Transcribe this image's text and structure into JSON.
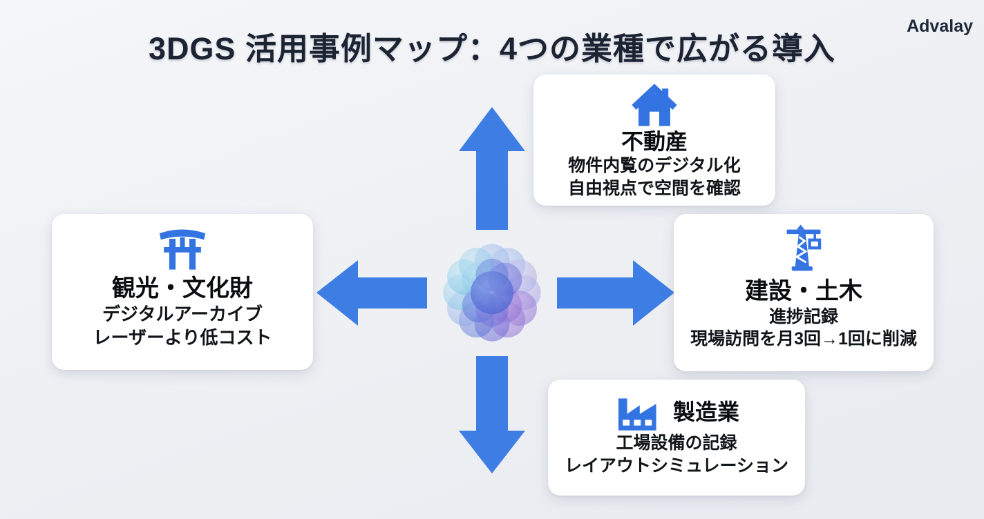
{
  "header": {
    "title": "3DGS 活用事例マップ：4つの業種で広がる導入",
    "brand": "Advalay"
  },
  "colors": {
    "arrow_blue": "#3e7de4",
    "icon_blue": "#3474e2",
    "title_navy": "#1c2434",
    "card_background": "#ffffff",
    "page_background": "#edeff3",
    "cluster_blues": [
      "#8ec8e8",
      "#9bb8ea",
      "#5a72d8",
      "#6f6fd8",
      "#9d7ed8",
      "#a9a3e2"
    ]
  },
  "cards": [
    {
      "id": "real-estate",
      "icon": "house-icon",
      "title": "不動産",
      "lines": [
        "物件内覧のデジタル化",
        "自由視点で空間を確認"
      ]
    },
    {
      "id": "construction",
      "icon": "crane-icon",
      "title": "建設・土木",
      "lines": [
        "進捗記録",
        "現場訪問を月3回→1回に削減"
      ]
    },
    {
      "id": "tourism-cultural",
      "icon": "torii-icon",
      "title": "観光・文化財",
      "lines": [
        "デジタルアーカイブ",
        "レーザーより低コスト"
      ]
    },
    {
      "id": "manufacturing",
      "icon": "factory-icon",
      "title": "製造業",
      "lines": [
        "工場設備の記録",
        "レイアウトシミュレーション"
      ]
    }
  ]
}
